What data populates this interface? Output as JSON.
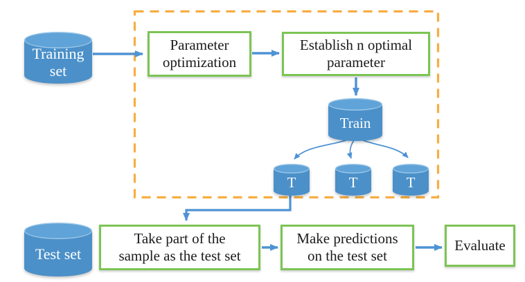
{
  "colors": {
    "cylinder_fill_blue": "#4b90c9",
    "cylinder_top_blue": "#5fa3d8",
    "arrow_blue": "#4e93d4",
    "box_border_green": "#7cc455",
    "dashed_region_orange": "#f8ad42",
    "box_text": "#1b1b1b",
    "cylinder_text": "#ffffff"
  },
  "nodes": {
    "training_set": {
      "lines": [
        "Training",
        "set"
      ]
    },
    "parameter_optimization": {
      "lines": [
        "Parameter",
        "optimization"
      ]
    },
    "establish_n_optimal_parameter": {
      "lines": [
        "Establish n optimal",
        "parameter"
      ]
    },
    "train": {
      "lines": [
        "Train"
      ]
    },
    "t_model_1": {
      "lines": [
        "T"
      ]
    },
    "t_model_2": {
      "lines": [
        "T"
      ]
    },
    "t_model_3": {
      "lines": [
        "T"
      ]
    },
    "test_set": {
      "lines": [
        "Test set"
      ]
    },
    "take_part_of_sample": {
      "lines": [
        "Take part of the",
        "sample as the test set"
      ]
    },
    "make_predictions": {
      "lines": [
        "Make predictions",
        "on the test set"
      ]
    },
    "evaluate": {
      "lines": [
        "Evaluate"
      ]
    }
  }
}
